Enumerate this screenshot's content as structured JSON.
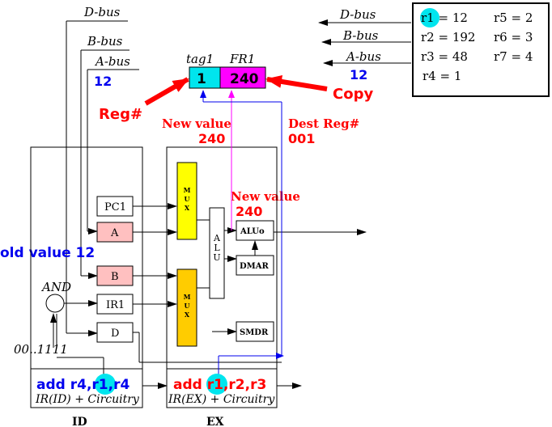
{
  "colors": {
    "blue": "#0000ee",
    "red": "#ff0000",
    "magenta": "#ff00ff",
    "cyan": "#00e5ee",
    "yellow": "#ffff00",
    "orange": "#ffcc00",
    "pink": "#ffc0c0"
  },
  "buses": {
    "d_bus": "D-bus",
    "b_bus": "B-bus",
    "a_bus": "A-bus",
    "a_bus_value": "12"
  },
  "reg_file": {
    "left": [
      {
        "name": "r1",
        "value": "= 12"
      },
      {
        "name": "r2",
        "value": "= 192"
      },
      {
        "name": "r3",
        "value": "= 48"
      },
      {
        "name": "r4",
        "value": "= 1"
      }
    ],
    "right": [
      {
        "name": "r5",
        "value": "= 2"
      },
      {
        "name": "r6",
        "value": "= 3"
      },
      {
        "name": "r7",
        "value": "= 4"
      }
    ],
    "bus_labels": {
      "d": "D-bus",
      "b": "B-bus",
      "a": "A-bus",
      "a_value": "12"
    }
  },
  "fr1": {
    "tag_label": "tag1",
    "fr_label": "FR1",
    "tag_value": "1",
    "fr_value": "240"
  },
  "annotations": {
    "reg_hash": "Reg#",
    "copy": "Copy",
    "new_value_label": "New value",
    "new_value_num": "240",
    "dest_reg_label": "Dest Reg#",
    "dest_reg_num": "001",
    "new_value2_label": "New value",
    "new_value2_num": "240",
    "old_value": "old value 12"
  },
  "id_stage": {
    "and_label": "AND",
    "mask": "00..1111",
    "pc1": "PC1",
    "a": "A",
    "b": "B",
    "ir1": "IR1",
    "d": "D",
    "instr_pre": "add r4,",
    "instr_hl": "r1",
    "instr_post": ",r4",
    "sub": "IR(ID) + Circuitry",
    "stage": "ID"
  },
  "ex_stage": {
    "mux_letters": [
      "M",
      "U",
      "X"
    ],
    "alu_letters": [
      "A",
      "L",
      "U"
    ],
    "aluo": "ALUo",
    "dmar": "DMAR",
    "smdr": "SMDR",
    "instr_pre": "add ",
    "instr_hl": "r1",
    "instr_post": ",r2,r3",
    "sub": "IR(EX) + Circuitry",
    "stage": "EX"
  }
}
